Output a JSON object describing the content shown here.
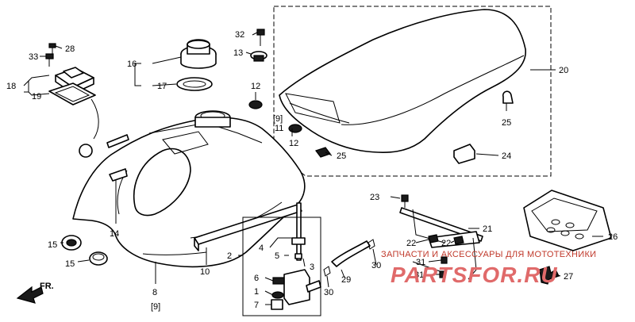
{
  "labels": {
    "l2": "2",
    "l3": "3",
    "l4": "4",
    "l5": "5",
    "l6": "6",
    "l7": "7",
    "l1": "1",
    "l8": "8",
    "l9a": "[9]",
    "l9b": "[9]",
    "l10": "10",
    "l11": "11",
    "l12a": "12",
    "l12b": "12",
    "l13": "13",
    "l14": "14",
    "l15a": "15",
    "l15b": "15",
    "l16": "16",
    "l17": "17",
    "l18": "18",
    "l19": "19",
    "l20": "20",
    "l21": "21",
    "l22a": "22",
    "l22b": "22",
    "l23": "23",
    "l24": "24",
    "l25a": "25",
    "l25b": "25",
    "l26": "26",
    "l27": "27",
    "l28": "28",
    "l29": "29",
    "l30a": "30",
    "l30b": "30",
    "l31a": "31",
    "l31b": "31",
    "l32": "32",
    "l33": "33",
    "fr": "FR."
  },
  "watermark": {
    "top": "ЗАПЧАСТИ И АКСЕССУАРЫ ДЛЯ МОТОТЕХНИКИ",
    "brand": "PARTSFOR.RU"
  },
  "colors": {
    "line": "#000000",
    "watermark": "#e06a6a"
  }
}
